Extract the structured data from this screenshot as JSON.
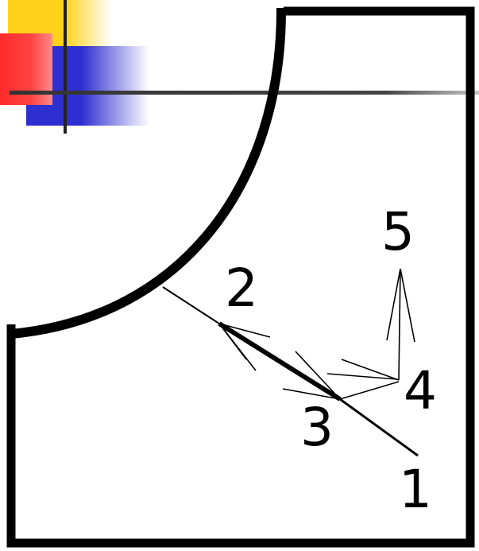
{
  "colors": {
    "background": "#ffffff",
    "ink": "#000000",
    "accent_yellow": "#ffd21a",
    "accent_red": "#ff2a2a",
    "accent_blue": "#2e2fd0",
    "accent_rule": "#333333"
  },
  "labels": {
    "point_1": "1",
    "point_2": "2",
    "point_3": "3",
    "point_4": "4",
    "point_5": "5"
  }
}
